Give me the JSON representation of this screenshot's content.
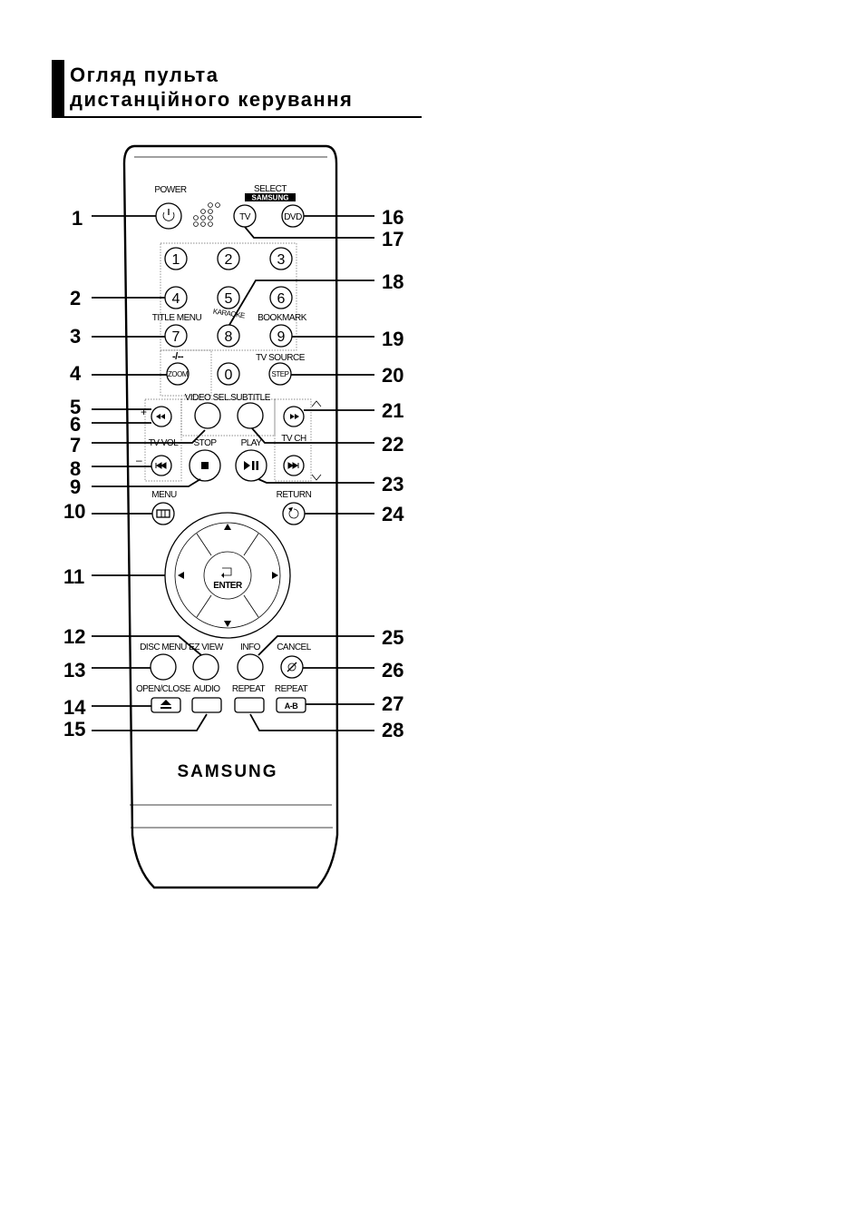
{
  "heading": {
    "line1": "Огляд пульта",
    "line2": "дистанційного керування"
  },
  "remote": {
    "brand": "SAMSUNG",
    "labels": {
      "power": "POWER",
      "select": "SELECT",
      "samsung_small": "SAMSUNG",
      "tv": "TV",
      "dvd": "DVD",
      "title_menu": "TITLE MENU",
      "karaoke": "KARAOKE",
      "bookmark": "BOOKMARK",
      "dash": "-/--",
      "zoom": "ZOOM",
      "tv_source": "TV SOURCE",
      "step": "STEP",
      "video_sel": "VIDEO SEL.",
      "subtitle": "SUBTITLE",
      "tv_vol": "TV VOL",
      "stop": "STOP",
      "play": "PLAY",
      "tv_ch": "TV CH",
      "plus": "+",
      "minus": "–",
      "menu": "MENU",
      "return": "RETURN",
      "enter": "ENTER",
      "disc_menu": "DISC MENU",
      "ez_view": "EZ VIEW",
      "info": "INFO",
      "cancel": "CANCEL",
      "open_close": "OPEN/CLOSE",
      "audio": "AUDIO",
      "repeat": "REPEAT",
      "repeat2": "REPEAT",
      "ab": "A-B"
    },
    "digits": [
      "1",
      "2",
      "3",
      "4",
      "5",
      "6",
      "7",
      "8",
      "9",
      "0"
    ]
  },
  "callouts": {
    "c1": "1",
    "c2": "2",
    "c3": "3",
    "c4": "4",
    "c5": "5",
    "c6": "6",
    "c7": "7",
    "c8": "8",
    "c9": "9",
    "c10": "10",
    "c11": "11",
    "c12": "12",
    "c13": "13",
    "c14": "14",
    "c15": "15",
    "c16": "16",
    "c17": "17",
    "c18": "18",
    "c19": "19",
    "c20": "20",
    "c21": "21",
    "c22": "22",
    "c23": "23",
    "c24": "24",
    "c25": "25",
    "c26": "26",
    "c27": "27",
    "c28": "28"
  }
}
